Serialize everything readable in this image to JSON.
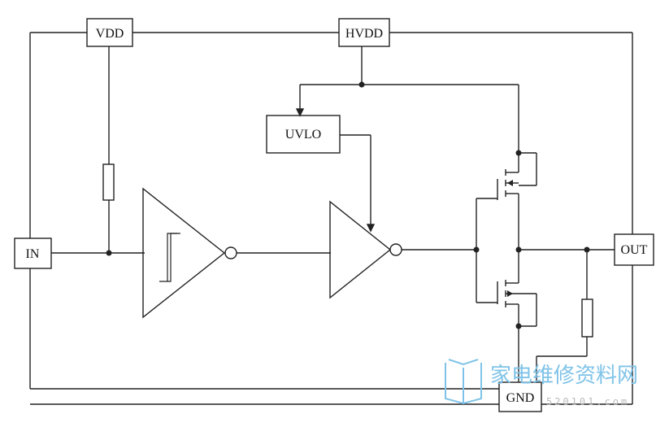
{
  "pins": {
    "vdd": "VDD",
    "hvdd": "HVDD",
    "in": "IN",
    "out": "OUT",
    "gnd": "GND"
  },
  "blocks": {
    "uvlo": "UVLO"
  },
  "watermark": {
    "text": "家电维修资料网",
    "url": "520101.com",
    "color": "#7fc3e8"
  }
}
